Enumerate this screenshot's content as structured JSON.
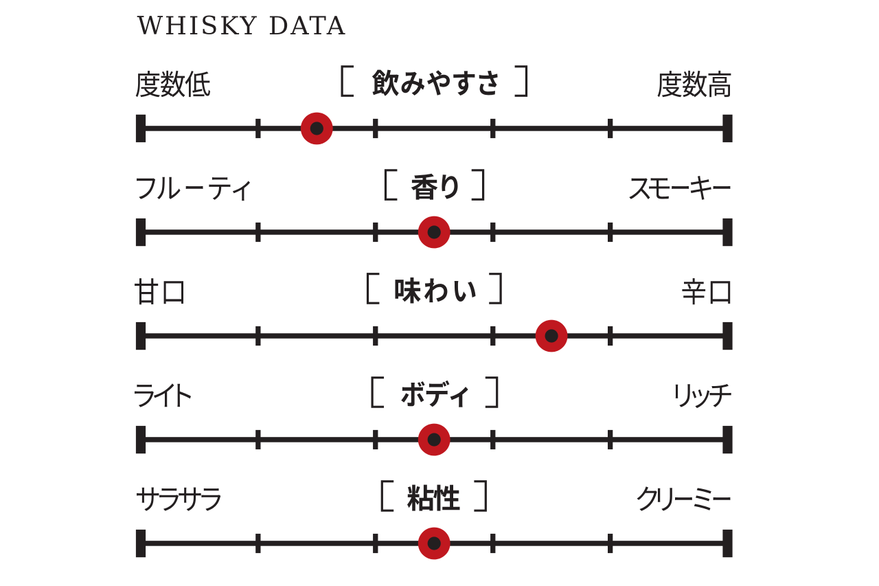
{
  "page": {
    "background": "#ffffff",
    "ink_color": "#231f20",
    "marker_color": "#c0181f",
    "marker_center_color": "#231f20"
  },
  "header": {
    "title": "WHISKY DATA"
  },
  "ui": {
    "bracket_open": "[",
    "bracket_close": "]"
  },
  "chart_data": {
    "type": "scatter",
    "subtype": "rating-dot-scales",
    "title": "WHISKY DATA",
    "xlim": [
      0,
      5
    ],
    "tick_positions": [
      1,
      2,
      3,
      4
    ],
    "grid": false,
    "legend": false,
    "series": [
      {
        "name": "飲みやすさ",
        "left_label": "度数低",
        "right_label": "度数高",
        "value": 1.5,
        "max": 5
      },
      {
        "name": "香り",
        "left_label": "フルーティ",
        "right_label": "スモーキー",
        "value": 2.5,
        "max": 5
      },
      {
        "name": "味わい",
        "left_label": "甘口",
        "right_label": "辛口",
        "value": 3.5,
        "max": 5
      },
      {
        "name": "ボディ",
        "left_label": "ライト",
        "right_label": "リッチ",
        "value": 2.5,
        "max": 5
      },
      {
        "name": "粘性",
        "left_label": "サラサラ",
        "right_label": "クリーミー",
        "value": 2.5,
        "max": 5
      }
    ]
  }
}
